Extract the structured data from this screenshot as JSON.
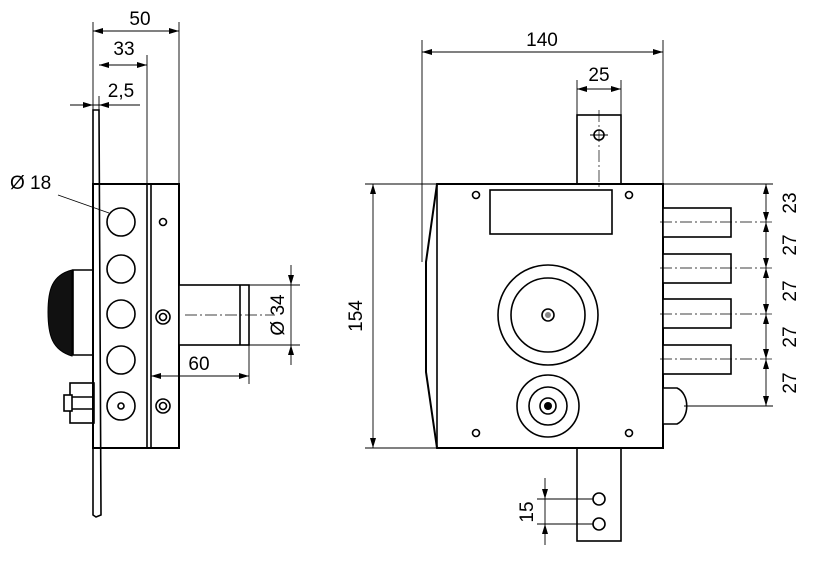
{
  "dimensions": {
    "side_width_total": "50",
    "side_width_case": "33",
    "plate_thickness": "2,5",
    "cylinder_hole_diameter": "Ø 18",
    "bolt_diameter": "Ø 34",
    "backset": "60",
    "case_width": "140",
    "strike_width": "25",
    "case_height": "154",
    "bolt_pitch_top": "23",
    "bolt_pitch_1": "27",
    "bolt_pitch_2": "27",
    "bolt_pitch_3": "27",
    "bolt_pitch_4": "27",
    "hole_spacing": "15"
  }
}
